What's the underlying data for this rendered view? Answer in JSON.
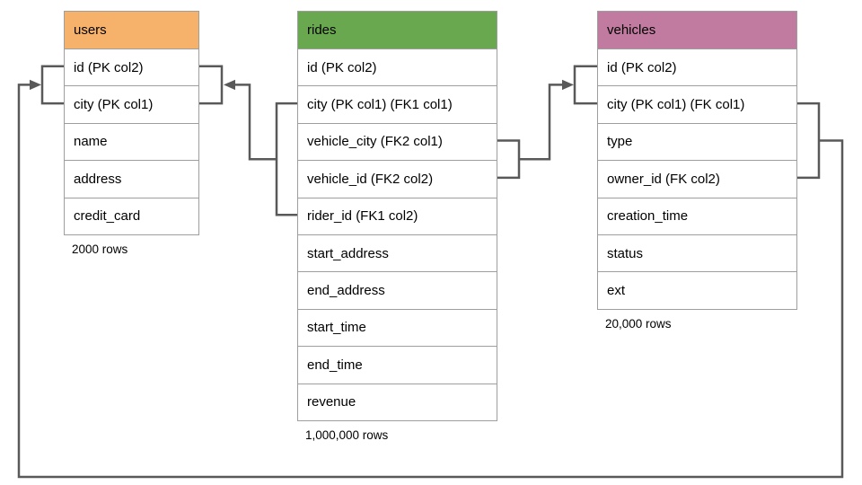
{
  "diagram": {
    "connector_color": "#595959",
    "border_color": "#9e9e9e",
    "tables": [
      {
        "name": "users",
        "header_color": "#f6b26b",
        "rows": [
          "id (PK col2)",
          "city (PK col1)",
          "name",
          "address",
          "credit_card"
        ],
        "row_count_label": "2000 rows"
      },
      {
        "name": "rides",
        "header_color": "#6aa84f",
        "rows": [
          "id (PK col2)",
          "city (PK col1) (FK1 col1)",
          "vehicle_city (FK2 col1)",
          "vehicle_id (FK2 col2)",
          "rider_id (FK1 col2)",
          "start_address",
          "end_address",
          "start_time",
          "end_time",
          "revenue"
        ],
        "row_count_label": "1,000,000 rows"
      },
      {
        "name": "vehicles",
        "header_color": "#c27ba0",
        "rows": [
          "id (PK col2)",
          "city (PK col1) (FK col1)",
          "type",
          "owner_id (FK col2)",
          "creation_time",
          "status",
          "ext"
        ],
        "row_count_label": "20,000 rows"
      }
    ],
    "relationships": [
      {
        "from_table": "rides",
        "from_columns": [
          "city (PK col1) (FK1 col1)",
          "rider_id (FK1 col2)"
        ],
        "to_table": "users",
        "to_columns": [
          "id (PK col2)",
          "city (PK col1)"
        ]
      },
      {
        "from_table": "rides",
        "from_columns": [
          "vehicle_city (FK2 col1)",
          "vehicle_id (FK2 col2)"
        ],
        "to_table": "vehicles",
        "to_columns": [
          "id (PK col2)",
          "city (PK col1) (FK col1)"
        ]
      },
      {
        "from_table": "vehicles",
        "from_columns": [
          "city (PK col1) (FK col1)",
          "owner_id (FK col2)"
        ],
        "to_table": "users",
        "to_columns": [
          "id (PK col2)",
          "city (PK col1)"
        ]
      }
    ]
  }
}
